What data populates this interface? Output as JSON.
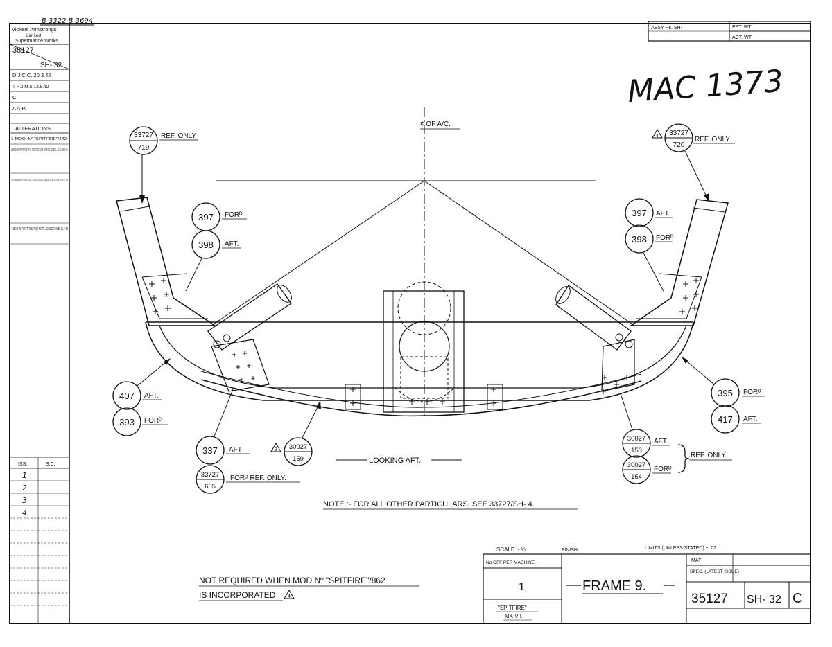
{
  "header": {
    "top_ref": "B 3322  B 3694",
    "wt_labels": {
      "assy_ref": "ASSY Rᴇ. SH- ",
      "est": "EST. WT",
      "act": "ACT. WT"
    },
    "mac_number": "MAC 1373"
  },
  "left_panel": {
    "company": [
      "Vickers Armstrongs",
      "Limited",
      "Supermarine Works"
    ],
    "drawing_no": "35127",
    "sheet": "SH- 32",
    "records": [
      "D  J.C.C. 20.3.42",
      "T  H.J.M.S 13.5.42",
      "C",
      "A  A.P."
    ],
    "alterations_title": "ALTERATIONS",
    "alterations": [
      "1  MOD. Nº \"SPITFIRE\"/442.",
      "2  MOD. Nº \"SPITFIRE\"/442. NOTE RE CSK. RIVETS ADDED. J.C.C. 30.4.42.",
      "3  MOD. Nº \"SPITFIRE\"/442 30027/153 ADDED. NOTE RE 2 CSK. RIVETS & 1-5 & 4 HOLE FOR 3004(A) SH 3 DELETED. 33727/720 WAS 35127/439. J.C.C. 5.6.42",
      "4  MOD. Nº \"SPITFIRE\"/862 NOTE ADDED R.N.B. 11.2.43"
    ],
    "issue_header": [
      "ISS.",
      "S.C."
    ],
    "issues": [
      "1",
      "2",
      "3",
      "4"
    ]
  },
  "centerline_label": "¢ OF A/C.",
  "callouts": [
    {
      "id": "ref-33727-719",
      "top": "33727",
      "bottom": "719",
      "note": "REF. ONLY"
    },
    {
      "id": "ref-33727-720",
      "top": "33727",
      "bottom": "720",
      "note": "REF. ONLY",
      "revision": "4"
    },
    {
      "id": "part-397-left",
      "num": "397",
      "note": "FORᴰ"
    },
    {
      "id": "part-398-left",
      "num": "398",
      "note": "AFT."
    },
    {
      "id": "part-397-right",
      "num": "397",
      "note": "AFT"
    },
    {
      "id": "part-398-right",
      "num": "398",
      "note": "FORᴰ"
    },
    {
      "id": "part-407",
      "num": "407",
      "note": "AFT."
    },
    {
      "id": "part-393",
      "num": "393",
      "note": "FORᴰ"
    },
    {
      "id": "part-395",
      "num": "395",
      "note": "FORᴰ"
    },
    {
      "id": "part-417",
      "num": "417",
      "note": "AFT."
    },
    {
      "id": "part-337",
      "num": "337",
      "note": "AFT"
    },
    {
      "id": "ref-33727-655",
      "top": "33727",
      "bottom": "655",
      "note": "FORᴰ  REF. ONLY."
    },
    {
      "id": "ref-30027-159",
      "top": "30027",
      "bottom": "159",
      "revision": "3"
    },
    {
      "id": "ref-30027-153",
      "top": "30027",
      "bottom": "153",
      "note": "AFT."
    },
    {
      "id": "ref-30027-154",
      "top": "30027",
      "bottom": "154",
      "note": "FORᴰ"
    }
  ],
  "brace_note": "REF. ONLY.",
  "view_label": "LOOKING  AFT.",
  "general_note": "NOTE :- FOR ALL OTHER PARTICULARS. SEE 33727/SH- 4.",
  "not_required_note": [
    "NOT REQUIRED WHEN MOD Nº \"SPITFIRE\"/862",
    "IS INCORPORATED"
  ],
  "not_required_revision": "4",
  "title_block": {
    "scale": "SCALE :- ½",
    "finish": "FINISH",
    "limits": "LIMITS (UNLESS STATED) ± .02",
    "no_off_label": "No OFF PER MACHINE",
    "no_off_value": "1",
    "aircraft": [
      "\"SPITFIRE\"",
      "MK.VII."
    ],
    "title": "FRAME 9.",
    "mat_label": "MAT",
    "spec_label": "SPEC.\n(LATEST ISSUE)",
    "drawing_no": "35127",
    "sheet": "SH- 32",
    "issue_letter": "C"
  },
  "colors": {
    "ink": "#111111",
    "paper": "#ffffff"
  }
}
